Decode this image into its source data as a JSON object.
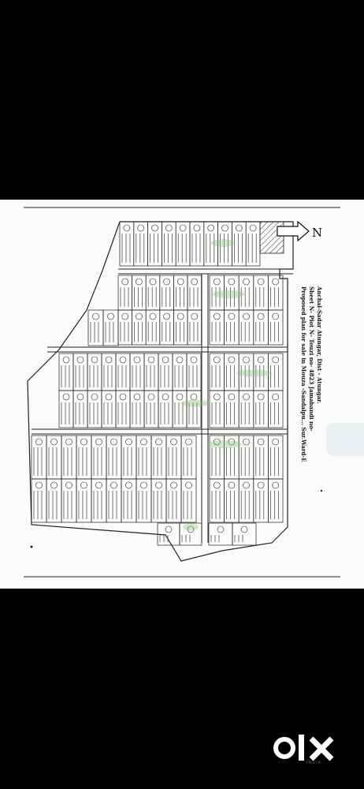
{
  "document": {
    "title_line1": "Proposed plan for sale in Mouza -Sandalpu... Sur.Ward-E",
    "title_line2": "Sheet N-     Plot N-     Touzi no- 4823 Jamabandi no-",
    "title_line3": "Anchal-Sadar Atungar, Dist - Atungar.",
    "north_label": "N"
  },
  "brand": {
    "logo_text": "olx",
    "logo_sub": "INDIA"
  },
  "colors": {
    "background": "#000000",
    "paper": "#fbfbf9",
    "ink": "#1a1a1a",
    "stamp_green": "#7fbf73",
    "brand_white": "#ffffff"
  }
}
